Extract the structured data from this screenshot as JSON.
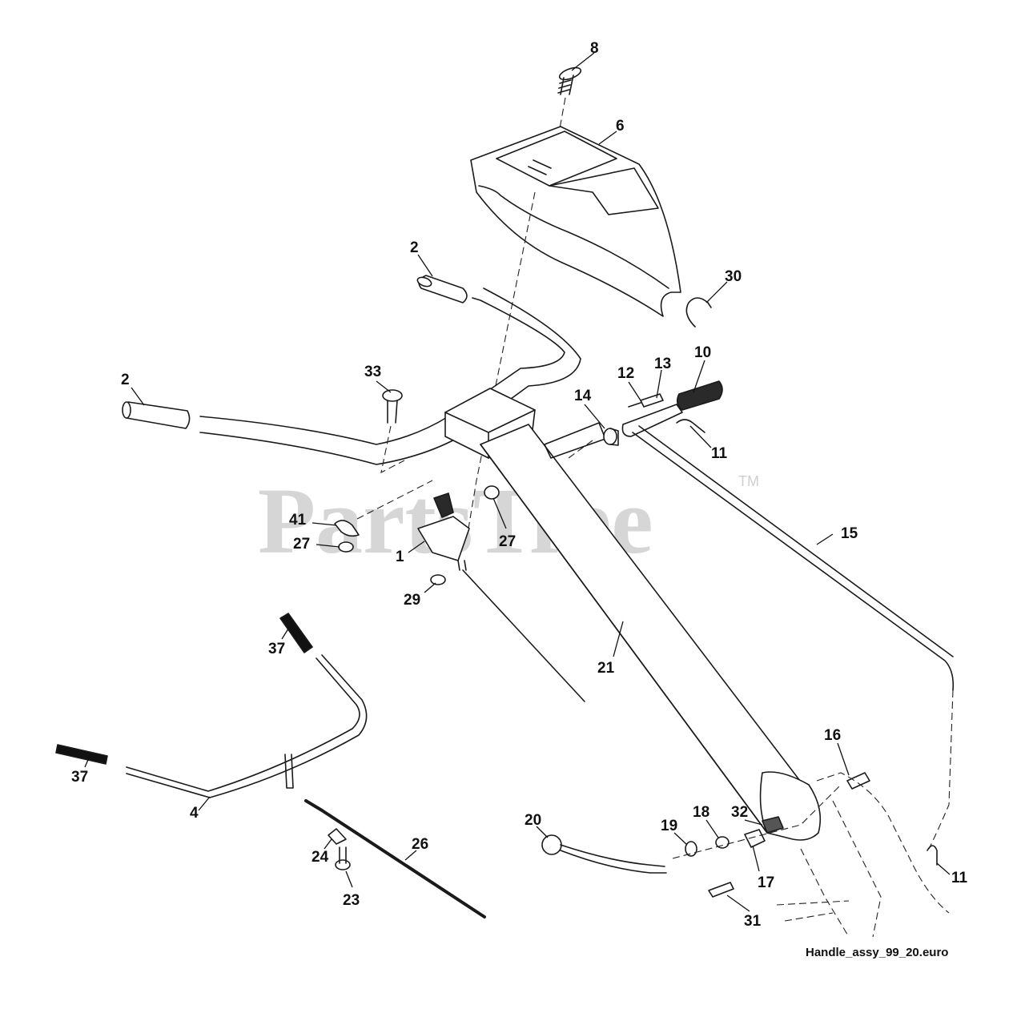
{
  "diagram": {
    "caption": "Handle_assy_99_20.euro",
    "watermark": "PartsTree",
    "watermark_mark": "TM",
    "callouts": [
      "8",
      "6",
      "2",
      "30",
      "2",
      "33",
      "10",
      "12",
      "13",
      "14",
      "11",
      "41",
      "27",
      "27",
      "1",
      "15",
      "29",
      "37",
      "21",
      "37",
      "4",
      "16",
      "20",
      "19",
      "18",
      "32",
      "26",
      "24",
      "17",
      "11",
      "23",
      "31"
    ],
    "colors": {
      "ink": "#1a1a1a",
      "watermark": "#d6d6d6",
      "background": "#ffffff"
    }
  }
}
